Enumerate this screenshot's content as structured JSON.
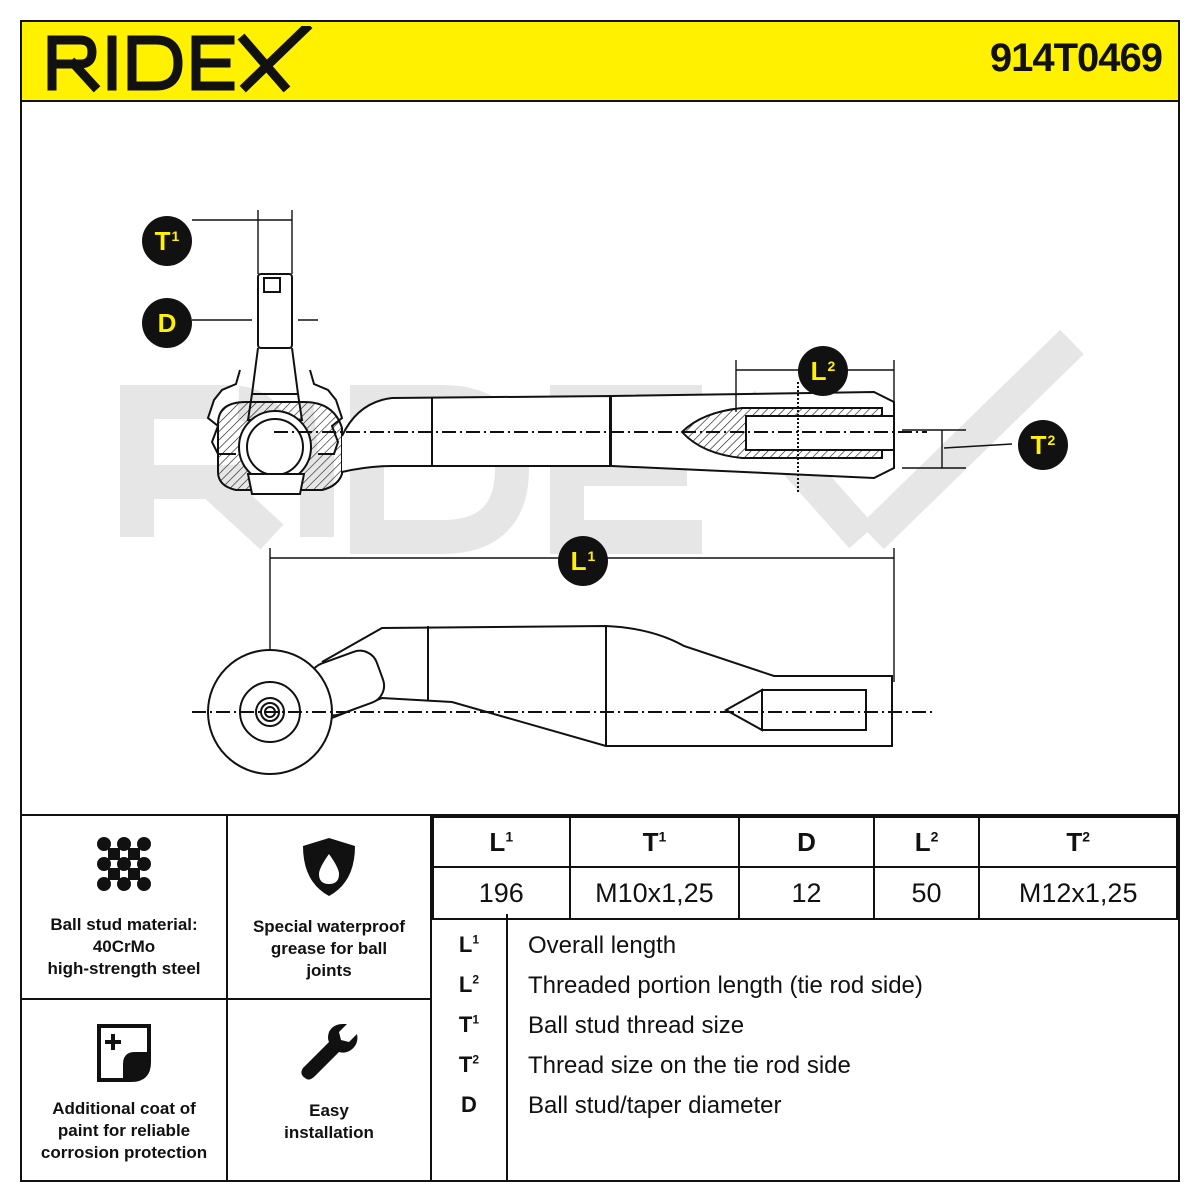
{
  "header": {
    "brand": "RIDEX",
    "part_number": "914T0469"
  },
  "watermark": "RIDEX",
  "labels": {
    "t1": {
      "main": "T",
      "sup": "1"
    },
    "d": {
      "main": "D",
      "sup": ""
    },
    "l2": {
      "main": "L",
      "sup": "2"
    },
    "t2": {
      "main": "T",
      "sup": "2"
    },
    "l1": {
      "main": "L",
      "sup": "1"
    }
  },
  "features": [
    {
      "icon": "ball-stud-icon",
      "text": "Ball stud material:\n40CrMo\nhigh-strength steel"
    },
    {
      "icon": "water-drop-shield-icon",
      "text": "Special waterproof\ngrease for ball\njoints"
    },
    {
      "icon": "paint-coat-icon",
      "text": "Additional coat of\npaint for reliable\ncorrosion protection"
    },
    {
      "icon": "wrench-icon",
      "text": "Easy\ninstallation"
    }
  ],
  "spec_table": {
    "headers": [
      {
        "main": "L",
        "sup": "1"
      },
      {
        "main": "T",
        "sup": "1"
      },
      {
        "main": "D",
        "sup": ""
      },
      {
        "main": "L",
        "sup": "2"
      },
      {
        "main": "T",
        "sup": "2"
      }
    ],
    "values": [
      "196",
      "M10x1,25",
      "12",
      "50",
      "M12x1,25"
    ]
  },
  "legend": [
    {
      "main": "L",
      "sup": "1",
      "desc": "Overall length"
    },
    {
      "main": "L",
      "sup": "2",
      "desc": "Threaded portion length (tie rod side)"
    },
    {
      "main": "T",
      "sup": "1",
      "desc": "Ball stud thread size"
    },
    {
      "main": "T",
      "sup": "2",
      "desc": "Thread size on the tie rod side"
    },
    {
      "main": "D",
      "sup": "",
      "desc": "Ball stud/taper diameter"
    }
  ],
  "colors": {
    "accent": "#fff100",
    "ink": "#111111",
    "watermark": "#e6e6e6"
  }
}
